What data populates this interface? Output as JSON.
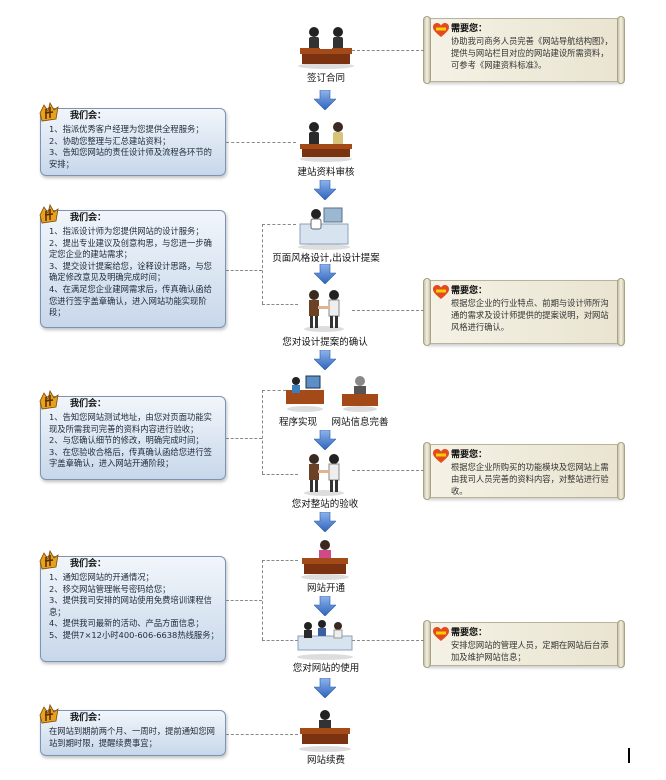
{
  "steps": {
    "s1": "签订合同",
    "s2": "建站资料审核",
    "s3": "页面风格设计,出设计提案",
    "s4": "您对设计提案的确认",
    "s5a": "程序实现",
    "s5b": "网站信息完善",
    "s6": "您对整站的验收",
    "s7": "网站开通",
    "s8": "您对网站的使用",
    "s9": "网站续费"
  },
  "left_boxes": [
    {
      "title": "我们会：",
      "lines": [
        "1、指派优秀客户经理为您提供全程服务；",
        "2、协助您整理与汇总建站资料；",
        "3、告知您网站的责任设计师及流程各环节的安排；"
      ]
    },
    {
      "title": "我们会：",
      "lines": [
        "1、指派设计师为您提供网站的设计服务；",
        "2、提出专业建议及创意构思，与您进一步确定您企业的建站需求；",
        "3、提交设计提案给您，诠释设计思路，与您确定修改意见及明确完成时间；",
        "4、在满足您企业建网需求后，传真确认函给您进行签字盖章确认，进入网站功能实现阶段；"
      ]
    },
    {
      "title": "我们会：",
      "lines": [
        "1、告知您网站测试地址，由您对页面功能实现及所需我司完善的资料内容进行验收；",
        "2、与您确认细节的修改，明确完成时间；",
        "3、在您验收合格后，传真确认函给您进行签字盖章确认，进入网站开通阶段；"
      ]
    },
    {
      "title": "我们会：",
      "lines": [
        "1、通知您网站的开通情况；",
        "2、移交网站管理帐号密码给您；",
        "3、提供我司安排的网站使用免费培训课程信息；",
        "4、提供我司最新的活动、产品方面信息；",
        "5、提供7×12小时400-606-6638热线服务；"
      ]
    },
    {
      "title": "我们会：",
      "lines": [
        "在网站到期前两个月、一周时，提前通知您网站到期时限，提醒续费事宜；"
      ]
    }
  ],
  "right_boxes": [
    {
      "title": "需要您：",
      "text": "协助我司商务人员完善《网站导航结构图》，提供与网站栏目对应的网站建设所需资料，可参考《网建资料标准》。"
    },
    {
      "title": "需要您：",
      "text": "根据您企业的行业特点、前期与设计师所沟通的需求及设计师提供的提案说明，对网站风格进行确认。"
    },
    {
      "title": "需要您：",
      "text": "根据您企业所购买的功能模块及您网站上需由我司人员完善的资料内容，对整站进行验收。"
    },
    {
      "title": "需要您：",
      "text": "安排您网站的管理人员，定期在网站后台添加及维护网站信息；"
    }
  ],
  "colors": {
    "arrow": "#3b73c7",
    "box_border": "#7b93b4",
    "scroll_bg": "#efebdb",
    "desk": "#8a3b12"
  }
}
